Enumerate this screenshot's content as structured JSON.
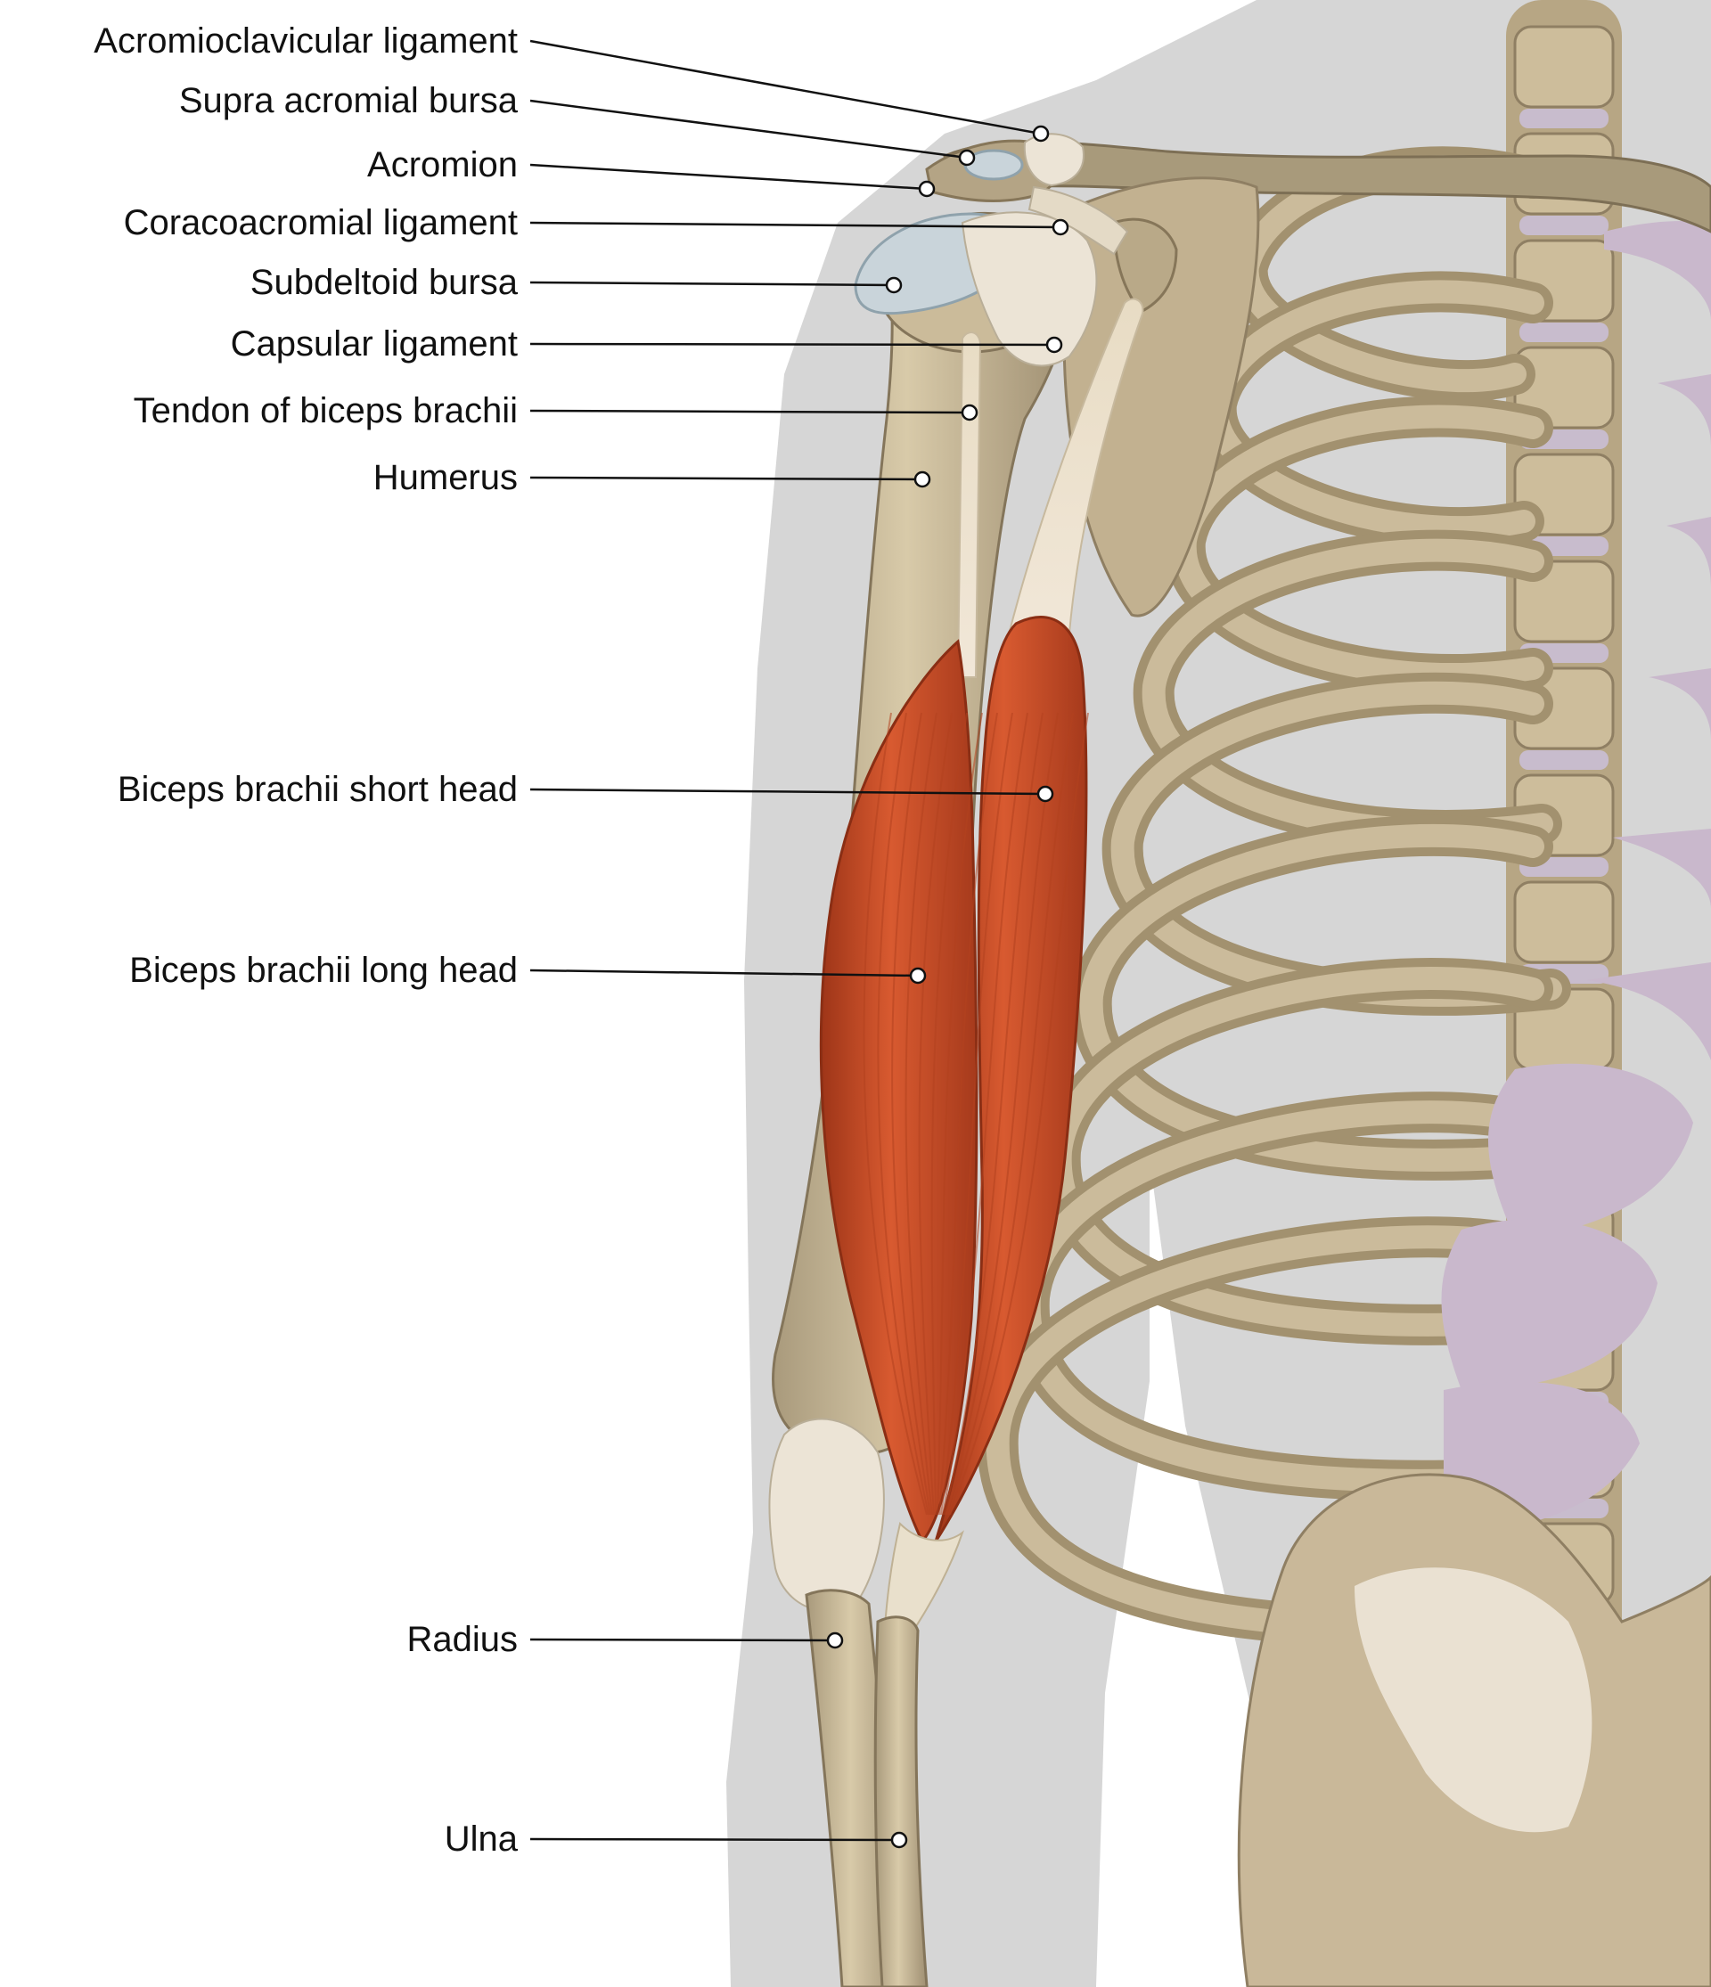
{
  "labels": [
    {
      "key": "acromioclavicular-ligament",
      "text": "Acromioclavicular ligament"
    },
    {
      "key": "supra-acromial-bursa",
      "text": "Supra acromial bursa"
    },
    {
      "key": "acromion",
      "text": "Acromion"
    },
    {
      "key": "coracoacromial-ligament",
      "text": "Coracoacromial ligament"
    },
    {
      "key": "subdeltoid-bursa",
      "text": "Subdeltoid bursa"
    },
    {
      "key": "capsular-ligament",
      "text": "Capsular ligament"
    },
    {
      "key": "tendon-of-biceps-brachii",
      "text": "Tendon of biceps brachii"
    },
    {
      "key": "humerus",
      "text": "Humerus"
    },
    {
      "key": "biceps-brachii-short-head",
      "text": "Biceps brachii short head"
    },
    {
      "key": "biceps-brachii-long-head",
      "text": "Biceps brachii long head"
    },
    {
      "key": "radius",
      "text": "Radius"
    },
    {
      "key": "ulna",
      "text": "Ulna"
    }
  ],
  "colors": {
    "background": "#ffffff",
    "silhouette": "#d6d6d6",
    "bone": "#c9b99a",
    "bone_shadow": "#9c8c70",
    "cartilage": "#c9b8cc",
    "muscle": "#d0532c",
    "muscle_dark": "#a63a1c",
    "bursa": "#c9d4da",
    "ligament": "#ece4d6",
    "label_text": "#111111",
    "leader_line": "#111111"
  }
}
